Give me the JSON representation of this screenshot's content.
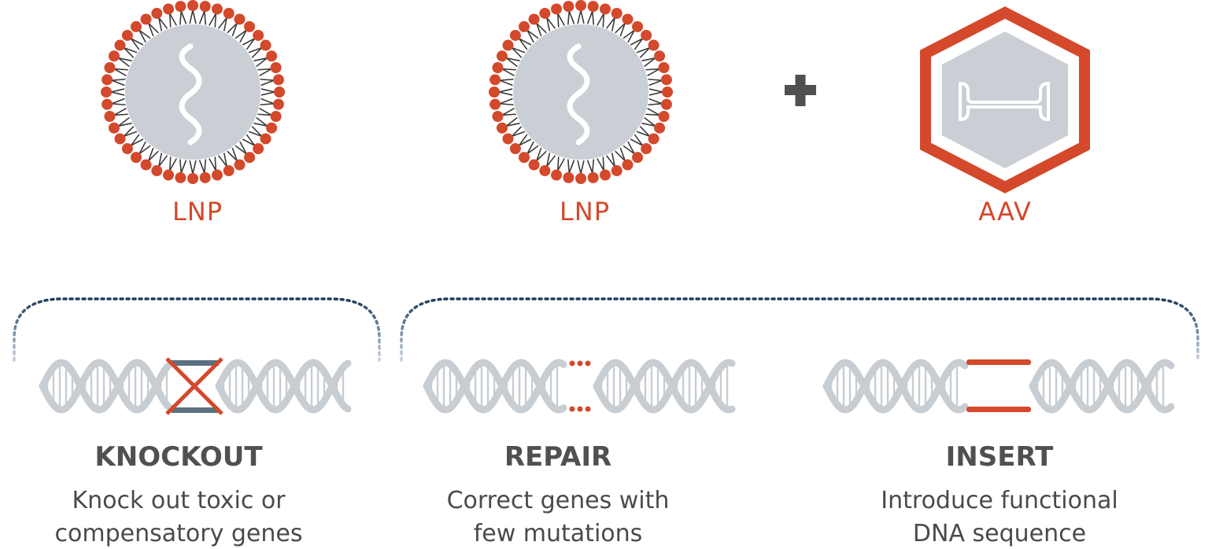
{
  "vectors": [
    {
      "label": "LNP"
    },
    {
      "label": "LNP"
    },
    {
      "label": "AAV"
    }
  ],
  "plus_icon": "plus-icon",
  "colors": {
    "accent": "#d4482b",
    "particle_core": "#c9cfd4",
    "dna": "#c8cdd2",
    "text": "#505050",
    "bracket": "#1f3d5c"
  },
  "applications": [
    {
      "title": "KNOCKOUT",
      "desc_line1": "Knock out toxic or",
      "desc_line2": "compensatory genes"
    },
    {
      "title": "REPAIR",
      "desc_line1": "Correct genes with",
      "desc_line2": "few mutations"
    },
    {
      "title": "INSERT",
      "desc_line1": "Introduce functional",
      "desc_line2": "DNA sequence"
    }
  ]
}
